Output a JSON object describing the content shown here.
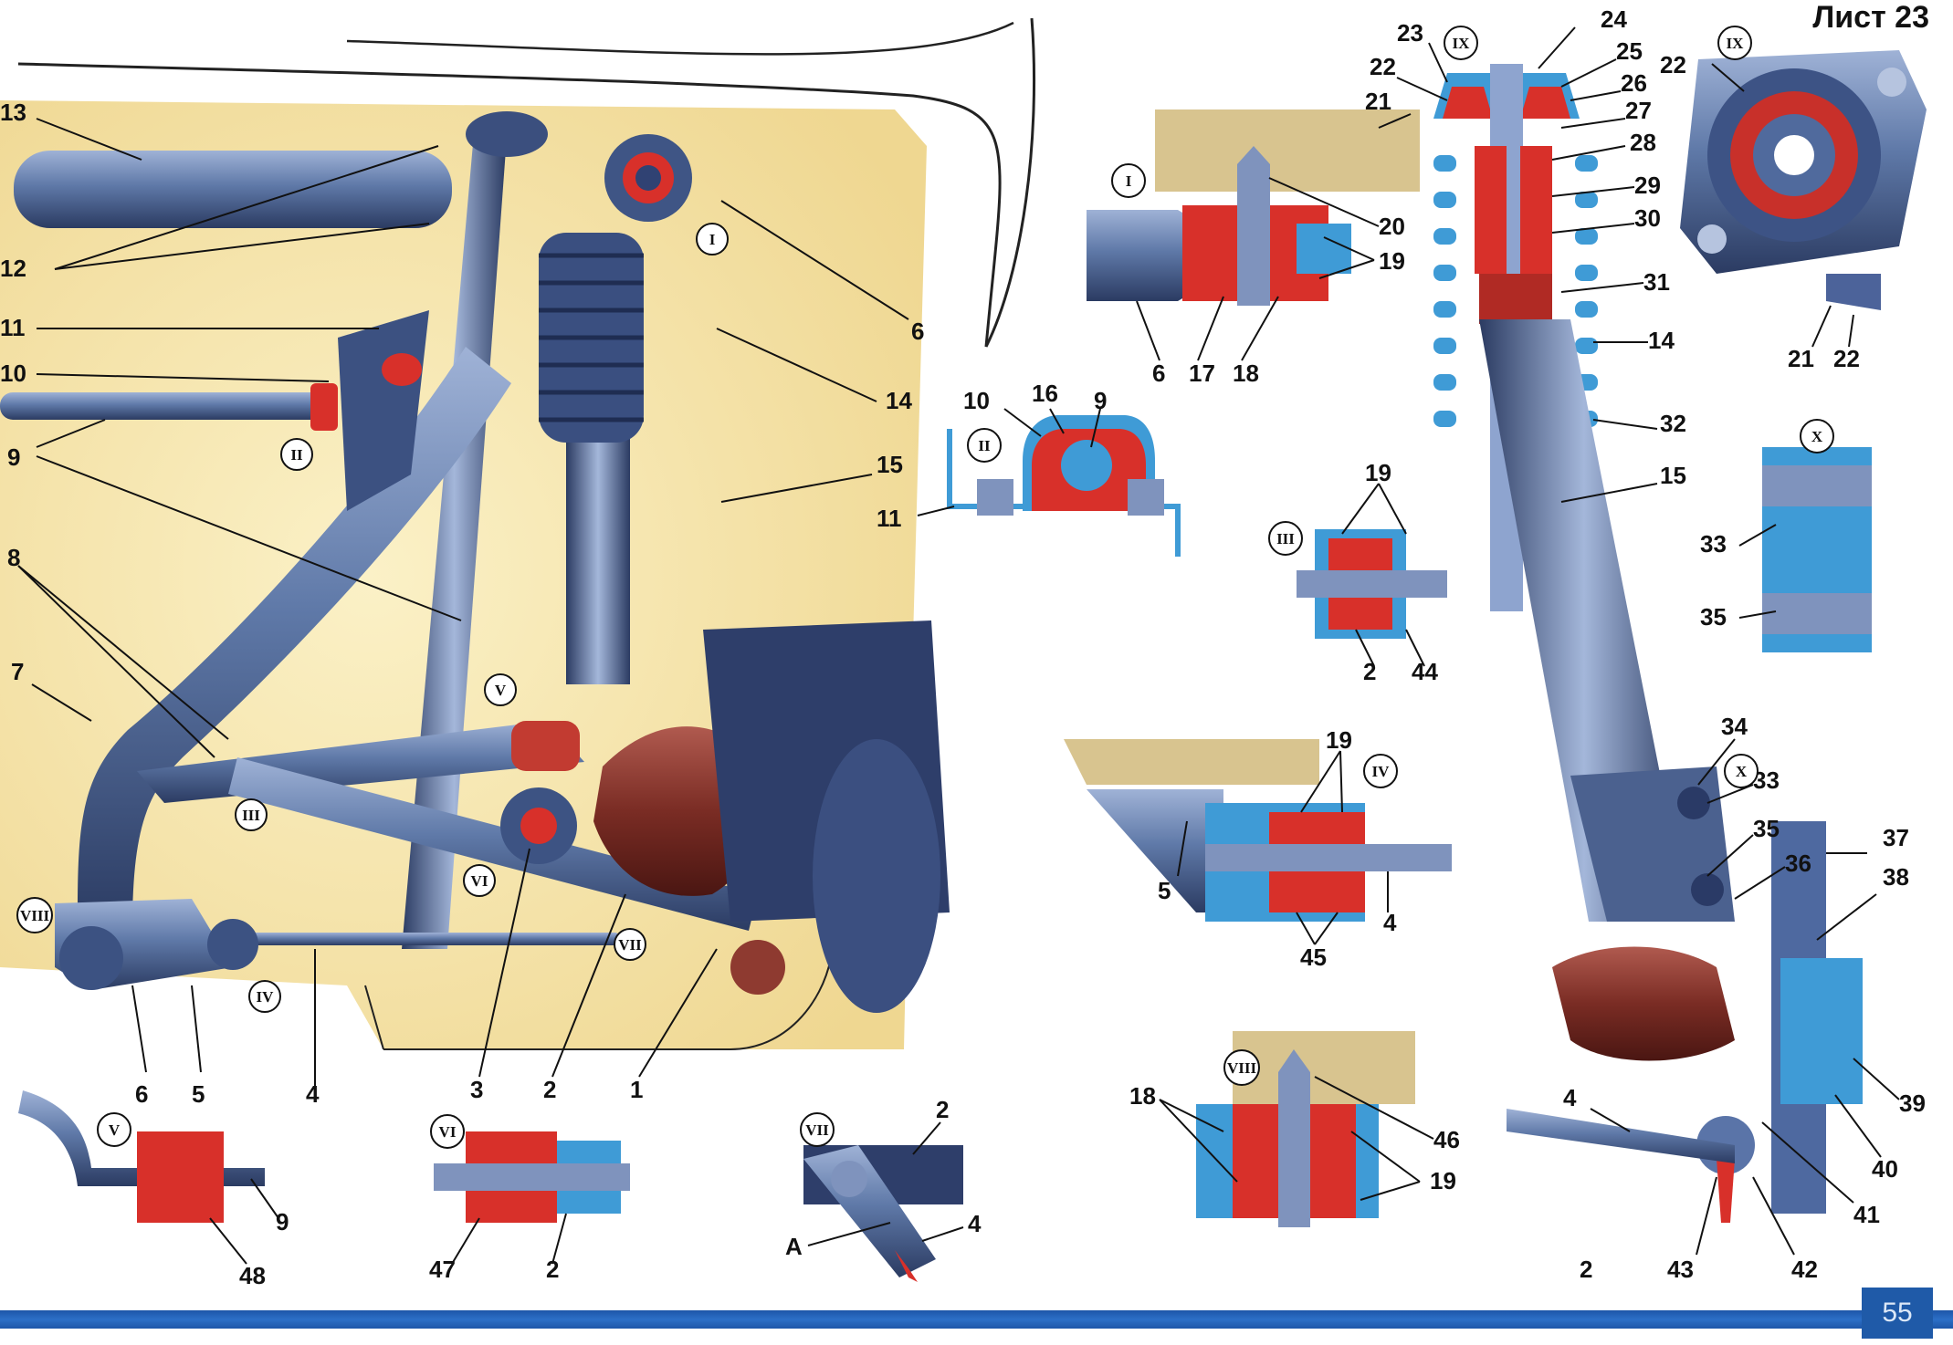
{
  "sheet_label": "Лист 23",
  "page_number": "55",
  "callouts": {
    "main": [
      "13",
      "12",
      "11",
      "10",
      "9",
      "8",
      "7",
      "6",
      "5",
      "4",
      "3",
      "2",
      "1",
      "14",
      "15",
      "6"
    ],
    "roman": [
      "I",
      "II",
      "III",
      "IV",
      "V",
      "VI",
      "VII",
      "VIII",
      "IX",
      "X"
    ]
  },
  "detail_I": {
    "numbers": [
      "20",
      "19",
      "6",
      "17",
      "18"
    ]
  },
  "detail_II": {
    "numbers": [
      "10",
      "16",
      "9",
      "11"
    ]
  },
  "detail_III": {
    "numbers": [
      "19",
      "2",
      "44"
    ]
  },
  "detail_IV": {
    "numbers": [
      "19",
      "5",
      "4",
      "45"
    ]
  },
  "detail_V": {
    "numbers": [
      "9",
      "48"
    ]
  },
  "detail_VI": {
    "numbers": [
      "47",
      "2"
    ]
  },
  "detail_VII": {
    "numbers": [
      "2",
      "4",
      "A"
    ]
  },
  "detail_VIII": {
    "numbers": [
      "18",
      "46",
      "19"
    ]
  },
  "detail_IX": {
    "numbers": [
      "22",
      "21",
      "22"
    ]
  },
  "detail_X": {
    "numbers": [
      "33",
      "35"
    ]
  },
  "strut": {
    "numbers": [
      "23",
      "24",
      "25",
      "26",
      "27",
      "28",
      "29",
      "30",
      "31",
      "14",
      "32",
      "15",
      "22",
      "21",
      "34",
      "33",
      "35",
      "36",
      "37",
      "38",
      "39",
      "40",
      "41",
      "42",
      "43",
      "2",
      "4"
    ]
  },
  "colors": {
    "steel": "#5f79a8",
    "red": "#d8302a",
    "blue": "#3f9bd6",
    "beige": "#f4e3a6",
    "page_bar": "#1f5aa8"
  }
}
